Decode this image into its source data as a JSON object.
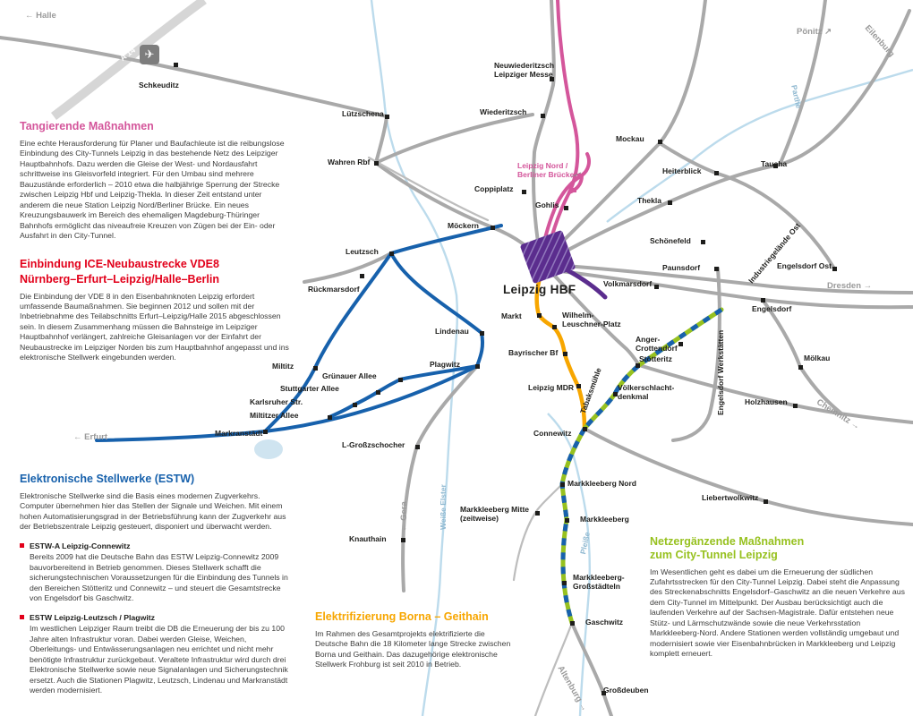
{
  "map": {
    "colors": {
      "pink": "#d4569b",
      "red": "#e2001a",
      "blue": "#1761ac",
      "orange": "#f7a600",
      "green": "#97c11f",
      "purple": "#5b2d8e",
      "gray_line": "#a9a9a9",
      "river": "#bcdbec"
    },
    "icons": {
      "airport": "✈"
    },
    "labels": {
      "halle": "← Halle",
      "a14": "A 14",
      "schkeuditz": "Schkeuditz",
      "luetzschena": "Lützschena",
      "wahren_rbf": "Wahren Rbf",
      "wiederitzsch": "Wiederitzsch",
      "neuwiederitzsch": "Neuwiederitzsch\nLeipziger Messe",
      "mockau": "Mockau",
      "heiterblick": "Heiterblick",
      "taucha": "Taucha",
      "poenitz": "Pönitz ↗",
      "eilenburg": "Eilenburg",
      "parthe": "Parthe",
      "leipzig_nord": "Leipzig Nord /\nBerliner Brücke",
      "coppiplatz": "Coppiplatz",
      "gohlis": "Gohlis",
      "thekla": "Thekla",
      "moeckern": "Möckern",
      "leutzsch": "Leutzsch",
      "schoenefeld": "Schönefeld",
      "industriegelaende_ost": "Industriegelände Ost",
      "paunsdorf": "Paunsdorf",
      "engelsdorf_ost": "Engelsdorf Ost",
      "rueckmarsdorf": "Rückmarsdorf",
      "volkmarsdorf": "Volkmarsdorf",
      "dresden": "Dresden →",
      "leipzig_hbf": "Leipzig HBF",
      "markt": "Markt",
      "wilhelm_leuschner": "Wilhelm-\nLeuschner-Platz",
      "engelsdorf": "Engelsdorf",
      "lindenau": "Lindenau",
      "bayrischer_bf": "Bayrischer Bf",
      "anger_crottendorf": "Anger-\nCrottendorf",
      "engelsdorf_werkstaetten": "Engelsdorf Werkstätten",
      "moelkau": "Mölkau",
      "miltitz": "Miltitz",
      "plagwitz": "Plagwitz",
      "gruenauer_allee": "Grünauer Allee",
      "leipzig_mdr": "Leipzig MDR",
      "tabaksmuehle": "Tabaksmühle",
      "voelkerschlachtdenkmal": "Völkerschlacht-\ndenkmal",
      "stuttgarter_allee": "Stuttgarter Allee",
      "stoetteritz": "Stötteritz",
      "karlsruher_str": "Karlsruher Str.",
      "miltitzer_allee": "Miltitzer Allee",
      "holzhausen": "Holzhausen",
      "chemnitz": "Chemnitz →",
      "markranstaedt": "Markranstädt",
      "erfurt": "← Erfurt",
      "connewitz": "Connewitz",
      "grosszschocher": "L-Großzschocher",
      "markkleeberg_nord": "Markkleeberg Nord",
      "markkleeberg_mitte": "Markkleeberg Mitte\n(zeitweise)",
      "markkleeberg": "Markkleeberg",
      "gera": "← Gera",
      "weisse_elster": "Weiße Elster",
      "knauthain": "Knauthain",
      "pleisse": "Pleiße",
      "liebertwolkwitz": "Liebertwolkwitz",
      "markkleeberg_grossstaedteln": "Markkleeberg-\nGroßstädteln",
      "gaschwitz": "Gaschwitz",
      "grossdeuben": "Großdeuben",
      "altenburg": "Altenburg →"
    }
  },
  "text_blocks": {
    "tangierende": {
      "title": "Tangierende Maßnahmen",
      "body": "Eine echte Herausforderung für Planer und Baufachleute ist die reibungslose Einbindung des City-Tunnels Leipzig in das bestehende Netz des Leipziger Hauptbahnhofs. Dazu werden die Gleise der West- und Nordausfahrt schrittweise ins Gleisvorfeld integriert. Für den Umbau sind mehrere Bauzustände erforderlich – 2010 etwa die halbjährige Sperrung der Strecke zwischen Leipzig Hbf und Leipzig-Thekla. In dieser Zeit entstand unter anderem die neue Station Leipzig Nord/Berliner Brücke. Ein neues Kreuzungsbauwerk im Bereich des ehemaligen Magdeburg-Thüringer Bahnhofs ermöglicht das niveaufreie Kreuzen von Zügen bei der Ein- oder Ausfahrt in den City-Tunnel."
    },
    "vde8": {
      "title_line1": "Einbindung ICE-Neubaustrecke VDE8",
      "title_line2": "Nürnberg–Erfurt–Leipzig/Halle–Berlin",
      "body": "Die Einbindung der VDE 8 in den Eisenbahnknoten Leipzig erfordert umfassende Baumaßnahmen. Sie beginnen 2012 und sollen mit der Inbetriebnahme des Teilabschnitts Erfurt–Leipzig/Halle 2015 abgeschlossen sein. In diesem Zusammenhang müssen die Bahnsteige im Leipziger Hauptbahnhof verlängert, zahlreiche Gleisanlagen vor der Einfahrt der Neubaustrecke im Leipziger Norden bis zum Hauptbahnhof angepasst und ins elektronische Stellwerk eingebunden werden."
    },
    "estw": {
      "title": "Elektronische Stellwerke (ESTW)",
      "body": "Elektronische Stellwerke sind die Basis eines modernen Zugverkehrs. Computer übernehmen hier das Stellen der Signale und Weichen. Mit einem hohen Automatisierungsgrad in der Betriebsführung kann der Zugverkehr aus der Betriebszentrale Leipzig gesteuert, disponiert und überwacht werden.",
      "items": [
        {
          "title": "ESTW-A Leipzig-Connewitz",
          "body": "Bereits 2009 hat die Deutsche Bahn das ESTW Leipzig-Connewitz 2009 bauvorbereitend in Betrieb genommen. Dieses Stellwerk schafft die sicherungstechnischen Voraussetzungen für die Einbindung des Tunnels in den Bereichen Stötteritz und Connewitz – und steuert die Gesamtstrecke von Engelsdorf bis Gaschwitz."
        },
        {
          "title": "ESTW Leipzig-Leutzsch / Plagwitz",
          "body": "Im westlichen Leipziger Raum treibt die DB die Erneuerung der bis zu 100 Jahre alten Infrastruktur voran. Dabei werden Gleise, Weichen, Oberleitungs- und Entwässerungsanlagen neu errichtet und nicht mehr benötigte Infrastruktur zurückgebaut. Veraltete Infrastruktur wird durch drei Elektronische Stellwerke sowie neue Signalanlagen und Sicherungstechnik ersetzt. Auch die Stationen Plagwitz, Leutzsch, Lindenau und Markranstädt werden modernisiert."
        }
      ]
    },
    "elektrifizierung": {
      "title": "Elektrifizierung Borna – Geithain",
      "body": "Im Rahmen des Gesamtprojekts elektrifizierte die Deutsche Bahn die 18 Kilometer lange Strecke zwischen Borna und Geithain. Das dazugehörige elektronische Stellwerk Frohburg ist seit 2010 in Betrieb."
    },
    "netzergaenzende": {
      "title": "Netzergänzende Maßnahmen\nzum City-Tunnel Leipzig",
      "body": "Im Wesentlichen geht es dabei um die Erneuerung der südlichen Zufahrtsstrecken für den City-Tunnel Leipzig. Dabei steht die Anpassung des Streckenabschnitts Engelsdorf–Gaschwitz an die neuen Verkehre aus dem City-Tunnel im Mittelpunkt. Der Ausbau berücksichtigt auch die laufenden Verkehre auf der Sachsen-Magistrale. Dafür entstehen neue Stütz- und Lärmschutzwände sowie die neue Verkehrsstation Markkleeberg-Nord. Andere Stationen werden vollständig umgebaut und modernisiert sowie vier Eisenbahnbrücken in Markkleeberg und Leipzig komplett erneuert."
    }
  }
}
